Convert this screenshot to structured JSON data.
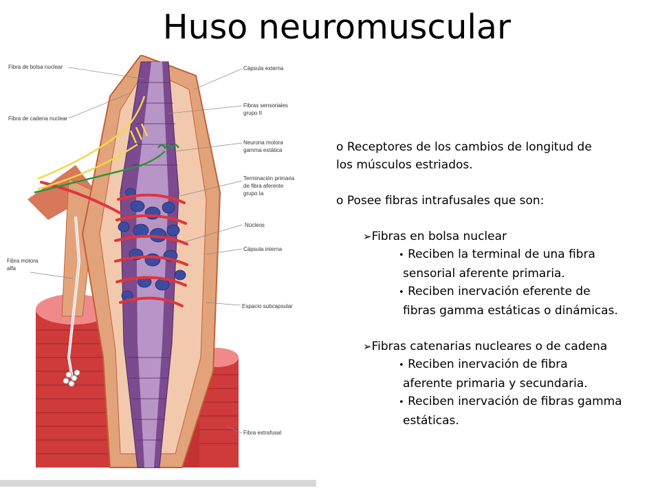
{
  "title": "Huso neuromuscular",
  "figure_labels": {
    "bolsa": "Fibra de bolsa nuclear",
    "cadena": "Fibra de cadena nuclear",
    "capsula_externa": "Cápsula externa",
    "sensoriales_1": "Fibras sensoriales",
    "sensoriales_2": "grupo II",
    "gamma_1": "Neurona motora",
    "gamma_2": "gamma estática",
    "terminacion_1": "Terminación primaria",
    "terminacion_2": "de fibra aferente",
    "terminacion_3": "grupo Ia",
    "nucleos": "Núcleos",
    "capsula_interna": "Cápsula interna",
    "motora_1": "Fibra motora",
    "motora_2": "alfa",
    "subcapsular": "Espacio subcapsular",
    "extrafusal": "Fibra extrafusal"
  },
  "bullets": {
    "item1_marker": "o",
    "item1_line1": "Receptores de los cambios de longitud de",
    "item1_line2": "los músculos estriados.",
    "item2_marker": "o",
    "item2": "Posee fibras intrafusales que son:",
    "sub1_marker": "➢",
    "sub1": "Fibras en bolsa nuclear",
    "sub1_a_line1": "Reciben la terminal de una fibra",
    "sub1_a_line2": "sensorial aferente primaria.",
    "sub1_b_line1": "Reciben inervación eferente de",
    "sub1_b_line2": "fibras gamma estáticas o dinámicas.",
    "sub2_marker": "➢",
    "sub2": "Fibras catenarias nucleares o de cadena",
    "sub2_a_line1": "Reciben inervación de fibra",
    "sub2_a_line2": "aferente primaria y secundaria.",
    "sub2_b_line1": "Reciben inervación de fibras gamma",
    "sub2_b_line2": "estáticas.",
    "dot_marker": "•"
  },
  "colors": {
    "capsule": "#e3a37a",
    "capsule_edge": "#c0603a",
    "fiber_purple": "#7b4a8f",
    "fiber_light": "#b795c6",
    "nucleus": "#3c4ba0",
    "afferent": "#e0353c",
    "muscle_red": "#cf3a3a",
    "nerve_yellow": "#f0d94a"
  }
}
